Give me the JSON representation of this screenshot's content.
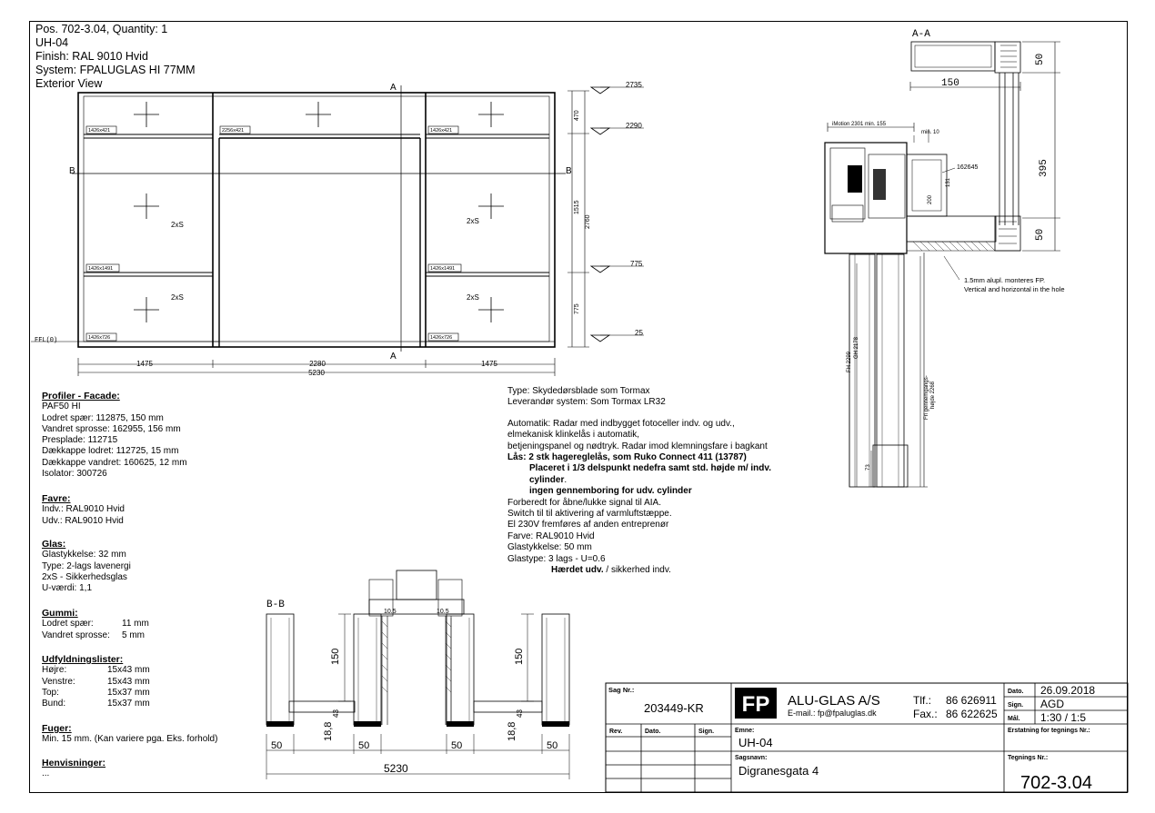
{
  "header": {
    "pos": "Pos. 702-3.04, Quantity: 1",
    "code": "UH-04",
    "finish": "Finish: RAL 9010 Hvid",
    "system": "System: FPALUGLAS HI 77MM",
    "view": "Exterior View"
  },
  "elevation": {
    "panel_labels": {
      "top_left": "1426x421",
      "top_mid": "2256x421",
      "top_right": "1426x421",
      "mid_left": "1426x1491",
      "mid_right": "1426x1491",
      "bot_left": "1426x726",
      "bot_right": "1426x726"
    },
    "glass_marks": {
      "mid_left": "2xS",
      "mid_right": "2xS",
      "bot_left": "2xS",
      "bot_right": "2xS"
    },
    "section_marks": {
      "a_top": "A",
      "a_bottom": "A",
      "b_left": "B",
      "b_right": "B"
    },
    "ffl": "FFL(0)",
    "levels": [
      "2735",
      "2290",
      "775",
      "25"
    ],
    "vertical_dims": [
      "470",
      "1515",
      "775",
      "2760"
    ],
    "horizontal_dims": [
      "1475",
      "2280",
      "1475",
      "5230"
    ]
  },
  "section_aa": {
    "title": "A-A",
    "dims": {
      "depth": "150",
      "top": "50",
      "middle": "395",
      "bottom": "50"
    },
    "imotion": "iMotion 2301 min. 155",
    "min": "min. 10",
    "profile": "162645",
    "d200": "200",
    "d131": "131",
    "fh": "FH 2299",
    "gh": "GH 2178",
    "fri": "Fri gennemgangs-",
    "fri2": "højde 2268",
    "d73": "73",
    "note1": "1.5mm alupl. monteres FP.",
    "note2": "Vertical and horizontal in the hole"
  },
  "section_bb": {
    "title": "B-B",
    "dims": [
      "150",
      "150",
      "18,8",
      "43",
      "18,8",
      "43",
      "50",
      "50",
      "50",
      "50",
      "10.5",
      "10.5",
      "5230"
    ]
  },
  "profiler": {
    "title": "Profiler - Facade:",
    "lines": [
      "PAF50 HI",
      "Lodret spær: 112875, 150 mm",
      "Vandret sprosse: 162955, 156 mm",
      "Presplade: 112715",
      "Dækkappe lodret: 112725, 15 mm",
      "Dækkappe vandret: 160625, 12 mm",
      "Isolator: 300726"
    ]
  },
  "favre": {
    "title": "Favre:",
    "lines": [
      "Indv.: RAL9010 Hvid",
      "Udv.: RAL9010 Hvid"
    ]
  },
  "glas": {
    "title": "Glas:",
    "lines": [
      "Glastykkelse: 32 mm",
      "Type: 2-lags lavenergi",
      "2xS - Sikkerhedsglas",
      "U-værdi: 1,1"
    ]
  },
  "gummi": {
    "title": "Gummi:",
    "rows": [
      {
        "k": "Lodret spær:",
        "v": "11 mm"
      },
      {
        "k": "Vandret sprosse:",
        "v": "5 mm"
      }
    ]
  },
  "udfyldning": {
    "title": "Udfyldningslister:",
    "rows": [
      {
        "k": "Højre:",
        "v": "15x43 mm"
      },
      {
        "k": "Venstre:",
        "v": "15x43 mm"
      },
      {
        "k": "Top:",
        "v": "15x37 mm"
      },
      {
        "k": "Bund:",
        "v": "15x37 mm"
      }
    ]
  },
  "fuger": {
    "title": "Fuger:",
    "lines": [
      "Min. 15 mm. (Kan variere pga. Eks. forhold)"
    ]
  },
  "henvisninger": {
    "title": "Henvisninger:",
    "lines": [
      "..."
    ]
  },
  "door_notes": {
    "l1": "Type: Skydedørsblade som Tormax",
    "l2": "Leverandør system: Som Tormax LR32",
    "l3": "Automatik: Radar med indbygget fotoceller indv. og udv.,",
    "l4": "elmekanisk klinkelås i automatik,",
    "l5": "betjeningspanel og nødtryk. Radar imod klemningsfare i bagkant",
    "l6": "Lås: 2 stk hagereglelås, som Ruko Connect 411 (13787)",
    "l7": "Placeret i 1/3 delspunkt nedefra samt std. højde m/ indv.",
    "l8": "cylinder.",
    "l8b": "cylinder",
    "l9": "ingen gennemboring for udv. cylinder",
    "l10": "Forberedt for åbne/lukke signal til AIA.",
    "l11": "Switch til til aktivering af varmluftstæppe.",
    "l12": "El 230V fremføres af anden entreprenør",
    "l13": "Farve: RAL9010 Hvid",
    "l14": "Glastykkelse: 50 mm",
    "l15": "Glastype: 3 lags - U=0.6",
    "l16a": "Hærdet udv.",
    "l16b": " / sikkerhed indv."
  },
  "titleblock": {
    "sag_label": "Sag Nr.:",
    "sag": "203449-KR",
    "logo": "FP",
    "company": "ALU-GLAS A/S",
    "email": "E-mail.: fp@fpaluglas.dk",
    "tlf_label": "Tlf.:",
    "tlf": "86 626911",
    "fax_label": "Fax.:",
    "fax": "86 622625",
    "dato_label": "Dato.",
    "dato": "26.09.2018",
    "sign_label": "Sign.",
    "sign": "AGD",
    "mal_label": "Mål.",
    "mal": "1:30 / 1:5",
    "erstatning": "Erstatning for tegnings Nr.:",
    "rev": "Rev.",
    "dato2": "Dato.",
    "sign2": "Sign.",
    "emne_label": "Emne:",
    "emne": "UH-04",
    "sagsnavn_label": "Sagsnavn:",
    "sagsnavn": "Digranesgata 4",
    "tegnings_label": "Tegnings Nr.:",
    "tegnings": "702-3.04"
  }
}
